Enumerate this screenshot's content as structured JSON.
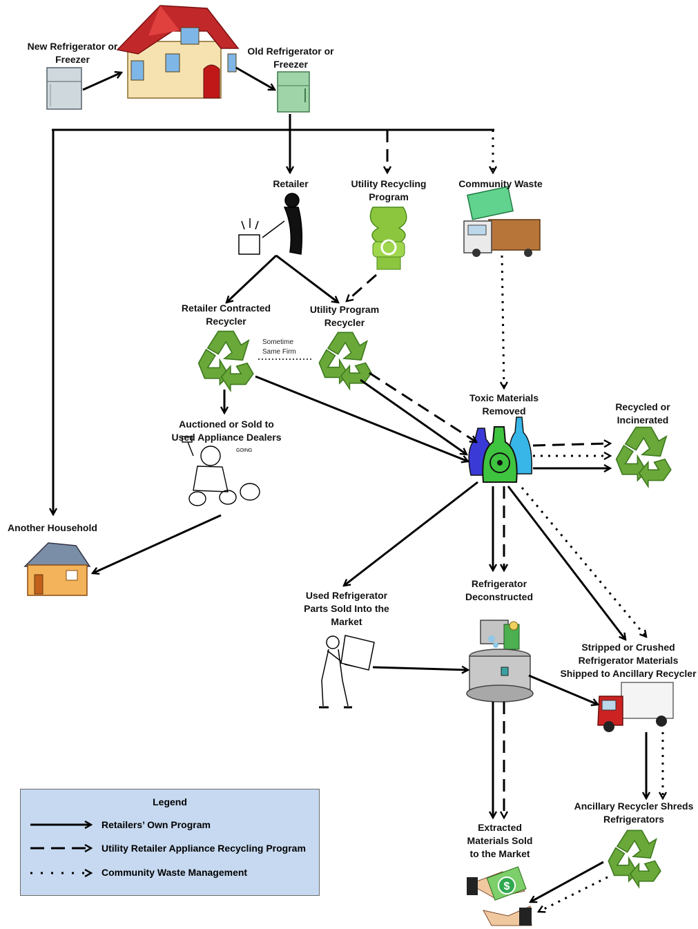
{
  "nodes": {
    "new_fridge": "New Refrigerator or\nFreezer",
    "old_fridge": "Old Refrigerator or\nFreezer",
    "retailer": "Retailer",
    "utility_program": "Utility Recycling\nProgram",
    "community_waste": "Community Waste",
    "retailer_contracted": "Retailer Contracted\nRecycler",
    "utility_program_recycler": "Utility Program\nRecycler",
    "sometime_same_firm": "Sometime\nSame Firm",
    "auctioned": "Auctioned or Sold to\nUsed Appliance Dealers",
    "toxic": "Toxic Materials\nRemoved",
    "recycled": "Recycled or\nIncinerated",
    "another_household": "Another Household",
    "used_parts": "Used Refrigerator\nParts Sold Into the\nMarket",
    "deconstructed": "Refrigerator\nDeconstructed",
    "stripped": "Stripped or Crushed\nRefrigerator Materials\nShipped to Ancillary Recycler",
    "ancillary": "Ancillary Recycler Shreds\nRefrigerators",
    "extracted": "Extracted\nMaterials Sold\nto the Market"
  },
  "legend": {
    "title": "Legend",
    "items": [
      {
        "label": "Retailers’ Own Program",
        "style": "solid"
      },
      {
        "label": "Utility Retailer Appliance Recycling Program",
        "style": "dashed"
      },
      {
        "label": "Community  Waste Management",
        "style": "dotted"
      }
    ]
  },
  "colors": {
    "recycle_green": "#5f9e33",
    "recycle_light": "#8cc63e",
    "line": "#000000",
    "legend_bg": "#c6d9f0",
    "house_roof": "#c0282a",
    "house_wall": "#f5e2b0",
    "fridge_green": "#9fd3a8",
    "truck_red": "#cc2222"
  },
  "icons": [
    "house-icon",
    "fridge-icon",
    "retailer-person-icon",
    "cfl-bulb-recycle-icon",
    "garbage-truck-icon",
    "recycle-icon",
    "auctioneer-icon",
    "toxic-bottles-icon",
    "small-house-icon",
    "worker-carrying-glass-icon",
    "deconstruction-machine-icon",
    "delivery-truck-icon",
    "money-handshake-icon"
  ]
}
